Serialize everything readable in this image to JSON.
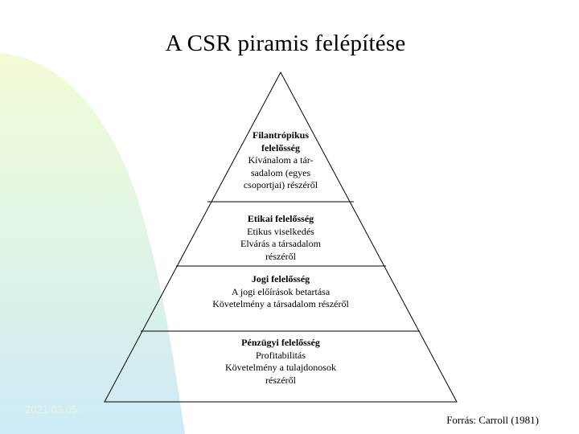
{
  "slide": {
    "title": "A CSR piramis felépítése",
    "date": "2021.03.05.",
    "source": "Forrás: Carroll (1981)"
  },
  "pyramid": {
    "tiers": [
      {
        "heading_lines": [
          "Filantrópikus",
          "felelősség"
        ],
        "body_lines": [
          "Kívánalom a tár-",
          "sadalom (egyes",
          "csoportjai) részéről"
        ]
      },
      {
        "heading_lines": [
          "Etikai felelősség"
        ],
        "body_lines": [
          "Etikus viselkedés",
          "Elvárás a társadalom",
          "részéről"
        ]
      },
      {
        "heading_lines": [
          "Jogi felelősség"
        ],
        "body_lines": [
          "A jogi előírások betartása",
          "Követelmény a társadalom részéről"
        ]
      },
      {
        "heading_lines": [
          "Pénzügyi felelősség"
        ],
        "body_lines": [
          "Profitabilitás",
          "Követelmény a tulajdonosok",
          "részéről"
        ]
      }
    ]
  },
  "colors": {
    "background_gradient_top": "#f2fbd6",
    "background_gradient_bottom": "#cdeaf6"
  }
}
